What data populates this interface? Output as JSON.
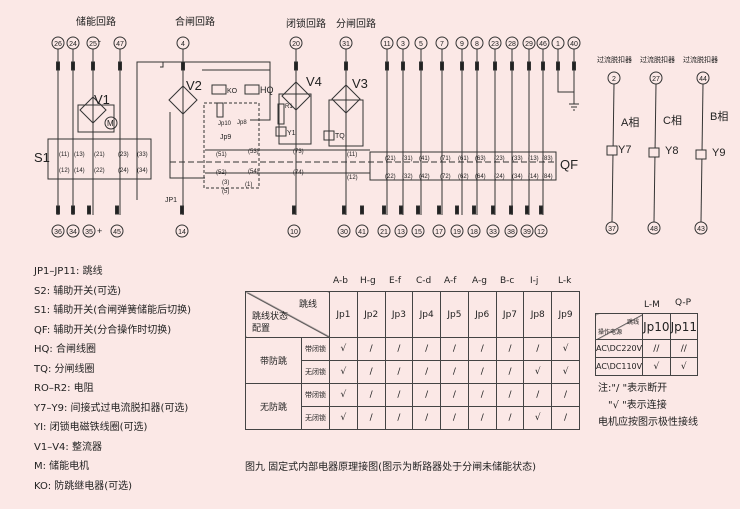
{
  "circuit_titles": {
    "storage": "储能回路",
    "closing": "合闸回路",
    "lockout": "闭锁回路",
    "opening": "分闸回路",
    "overcurrent": "过流脱扣器"
  },
  "terminals_top": [
    "26",
    "24",
    "25",
    "47",
    "4",
    "20",
    "31",
    "11",
    "3",
    "5",
    "7",
    "9",
    "8",
    "23",
    "28",
    "29",
    "46",
    "1",
    "40"
  ],
  "terminals_bottom": [
    "36",
    "34",
    "35",
    "45",
    "14",
    "10",
    "30",
    "41",
    "21",
    "13",
    "15",
    "17",
    "19",
    "18",
    "33",
    "38",
    "39",
    "12"
  ],
  "terminals_right_top": [
    "2",
    "27",
    "44"
  ],
  "terminals_right_bottom": [
    "37",
    "48",
    "43"
  ],
  "phases": [
    "A相",
    "C相",
    "B相"
  ],
  "component_labels": {
    "V1": "V1",
    "V2": "V2",
    "V3": "V3",
    "V4": "V4",
    "M": "M",
    "S1": "S1",
    "QF": "QF",
    "HQ": "HQ",
    "TQ": "TQ",
    "Y1": "Y1",
    "R1": "R1",
    "KO": "KO",
    "Jp10": "Jp10",
    "Jp9": "Jp9",
    "Jp8": "Jp8",
    "JP1": "JP1",
    "Y7": "Y7",
    "Y8": "Y8",
    "Y9": "Y9",
    "plus": "+",
    "minus": "-"
  },
  "s1_contacts_top": [
    "(11)",
    "(13)",
    "(21)",
    "(23)",
    "(33)"
  ],
  "s1_contacts_bottom": [
    "(12)",
    "(14)",
    "(22)",
    "(24)",
    "(34)"
  ],
  "qf_contacts_top": [
    "(21)",
    "(31)",
    "(41)",
    "(71)",
    "(61)",
    "(63)",
    "(23)",
    "(33)",
    "(13)",
    "(83)"
  ],
  "qf_contacts_bottom": [
    "(22)",
    "(32)",
    "(42)",
    "(72)",
    "(62)",
    "(64)",
    "(24)",
    "(34)",
    "(14)",
    "(84)"
  ],
  "ko_contacts": [
    "(51)",
    "(53)",
    "(52)",
    "(54)",
    "(3)",
    "(1)",
    "(5)",
    "(73)",
    "(74)",
    "(11)",
    "(12)"
  ],
  "legend": [
    "JP1–JP11: 跳线",
    "S2: 辅助开关(可选)",
    "S1: 辅助开关(合闸弹簧储能后切换)",
    "QF: 辅助开关(分合操作时切换)",
    "HQ: 合闸线圈",
    "TQ: 分闸线圈",
    "RO–R2: 电阻",
    "Y7–Y9: 间接式过电流脱扣器(可选)",
    "YI: 闭锁电磁铁线圈(可选)",
    "V1–V4: 整流器",
    "M: 储能电机",
    "KO: 防跳继电器(可选)"
  ],
  "jumper_table": {
    "letters": [
      "A-b",
      "H-g",
      "E-f",
      "C-d",
      "A-f",
      "A-g",
      "B-c",
      "I-j",
      "L-k"
    ],
    "corner_top": "跳线",
    "corner_mid": "跳线状态",
    "corner_bottom": "配置",
    "columns": [
      "Jp1",
      "Jp2",
      "Jp3",
      "Jp4",
      "Jp5",
      "Jp6",
      "Jp7",
      "Jp8",
      "Jp9"
    ],
    "groups": [
      "带防跳",
      "无防跳"
    ],
    "rows": [
      {
        "label": "带闭锁",
        "values": [
          "√",
          "/",
          "/",
          "/",
          "/",
          "/",
          "/",
          "/",
          "√"
        ]
      },
      {
        "label": "无闭锁",
        "values": [
          "√",
          "/",
          "/",
          "/",
          "/",
          "/",
          "/",
          "√",
          "√"
        ]
      },
      {
        "label": "带闭锁",
        "values": [
          "√",
          "/",
          "/",
          "/",
          "/",
          "/",
          "/",
          "/",
          "/"
        ]
      },
      {
        "label": "无闭锁",
        "values": [
          "√",
          "/",
          "/",
          "/",
          "/",
          "/",
          "/",
          "√",
          "/"
        ]
      }
    ]
  },
  "voltage_table": {
    "letters": [
      "L-M",
      "Q-P"
    ],
    "corner_top": "跳线",
    "corner_bottom": "操作电源",
    "columns": [
      "Jp10",
      "Jp11"
    ],
    "rows": [
      {
        "label": "AC\\DC220V",
        "values": [
          "//",
          "//"
        ]
      },
      {
        "label": "AC\\DC110V",
        "values": [
          "√",
          "√"
        ]
      }
    ]
  },
  "notes": [
    "注:\"/ \"表示断开",
    "\"√ \"表示连接",
    "电机应按图示极性接线"
  ],
  "caption": "图九 固定式内部电器原理接图(图示为断路器处于分闸未储能状态)"
}
